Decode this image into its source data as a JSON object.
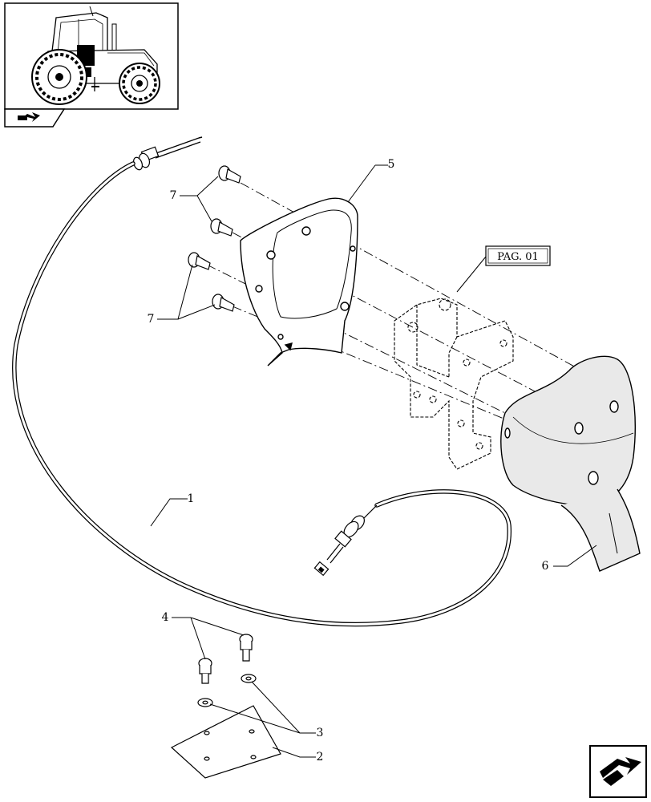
{
  "reference_label": "PAG. 01",
  "callouts": {
    "c1": "1",
    "c2": "2",
    "c3": "3",
    "c4": "4",
    "c5": "5",
    "c6": "6",
    "c7_top": "7",
    "c7_bottom": "7"
  },
  "icons": {
    "thumbnail": "tractor-thumbnail-icon",
    "thumbnail_nav": "arrow-nav-icon",
    "corner_nav": "next-page-arrow-icon"
  }
}
